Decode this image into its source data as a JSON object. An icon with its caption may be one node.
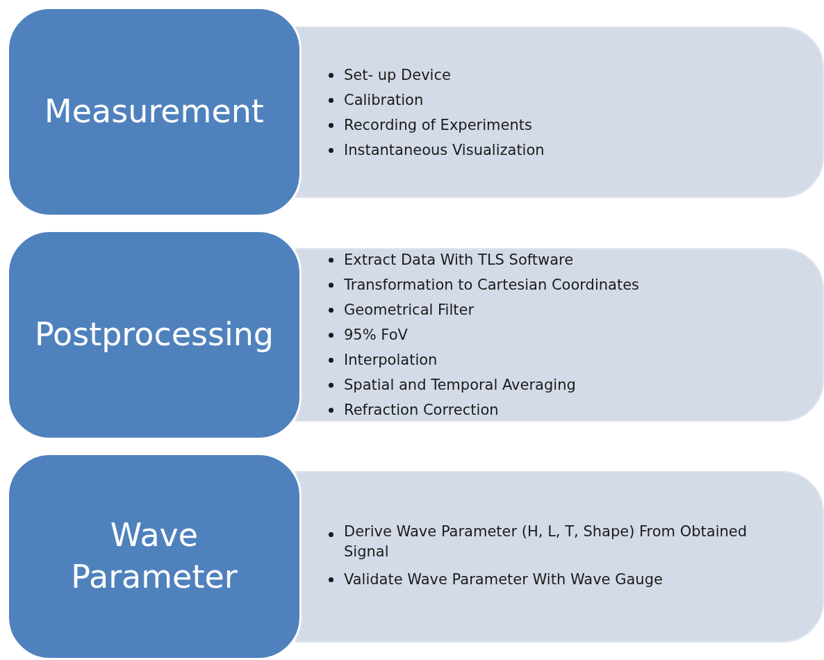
{
  "diagram": {
    "nodes": [
      {
        "text": [
          "Measurement"
        ]
      },
      {
        "text": [
          "Set- up Device",
          "Calibration",
          "Recording of Experiments",
          "Instantaneous Visualization"
        ]
      },
      {
        "text": [
          "Postprocessing"
        ]
      },
      {
        "text": [
          "Extract Data With TLS Software",
          "Transformation to Cartesian Coordinates",
          "Geometrical Filter",
          "95% FoV",
          "Interpolation",
          "Spatial and Temporal Averaging",
          "Refraction Correction"
        ]
      },
      {
        "text": [
          "Wave Parameter"
        ]
      },
      {
        "text": [
          "Derive Wave Parameter (H, L, T, Shape) From Obtained Signal",
          "Validate Wave Parameter With Wave Gauge"
        ]
      }
    ]
  }
}
